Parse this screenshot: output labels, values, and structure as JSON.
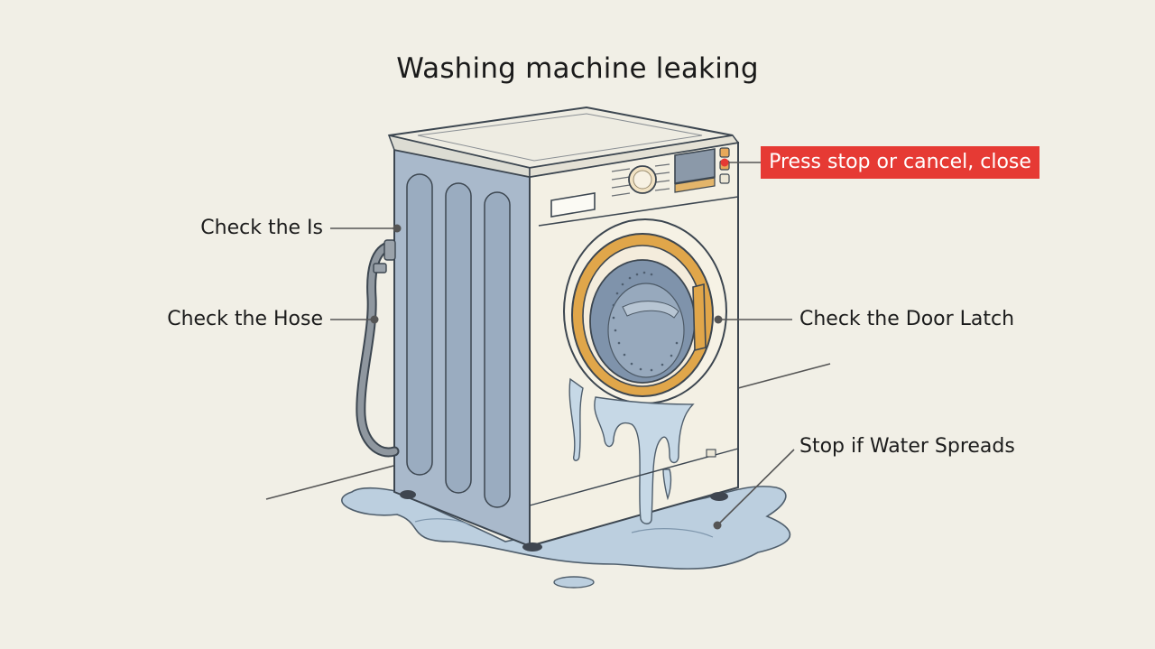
{
  "diagram": {
    "title": "Washing machine leaking",
    "callouts": {
      "control_panel": "Press stop or cancel, close",
      "side_panel": "Check the Is",
      "hose": "Check the Hose",
      "door_latch": "Check the Door Latch",
      "water": "Stop if Water Spreads"
    }
  },
  "colors": {
    "background": "#f1efe6",
    "callout_red": "#e63a34",
    "machine_side": "#a9b9cb",
    "machine_front": "#f3f0e4",
    "door_ring": "#e0a64a",
    "drum": "#7f93ab",
    "water": "#b9cfdf",
    "leader_line": "#555555"
  }
}
